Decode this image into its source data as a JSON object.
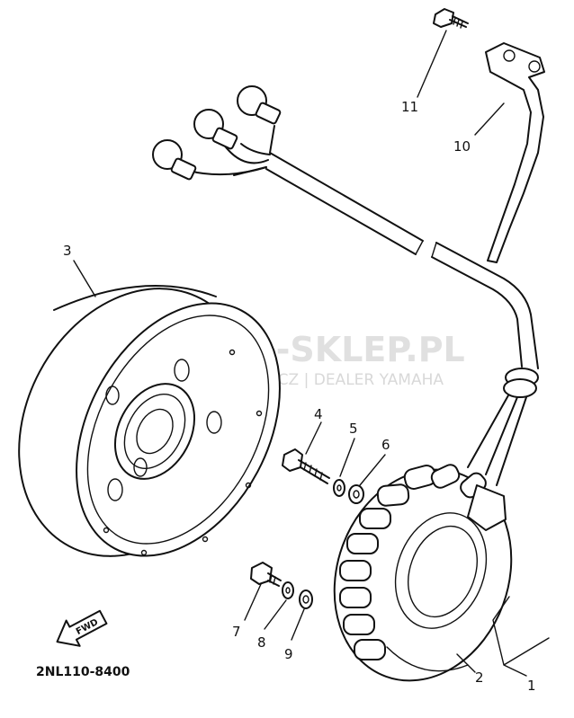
{
  "diagram": {
    "part_code": "2NL110-8400",
    "fwd_label": "FWD",
    "watermark": {
      "brand": "AMA-SKLEP.PL",
      "subtitle": "UCIE   OWICZ | DEALER YAMAHA"
    },
    "callouts": [
      {
        "id": "1",
        "label": "1"
      },
      {
        "id": "2",
        "label": "2"
      },
      {
        "id": "3",
        "label": "3"
      },
      {
        "id": "4",
        "label": "4"
      },
      {
        "id": "5",
        "label": "5"
      },
      {
        "id": "6",
        "label": "6"
      },
      {
        "id": "7",
        "label": "7"
      },
      {
        "id": "8",
        "label": "8"
      },
      {
        "id": "9",
        "label": "9"
      },
      {
        "id": "10",
        "label": "10"
      },
      {
        "id": "11",
        "label": "11"
      }
    ],
    "colors": {
      "line": "#111111",
      "watermark_logo": "#e8a0a0",
      "watermark_text": "#c8c8c8"
    }
  }
}
